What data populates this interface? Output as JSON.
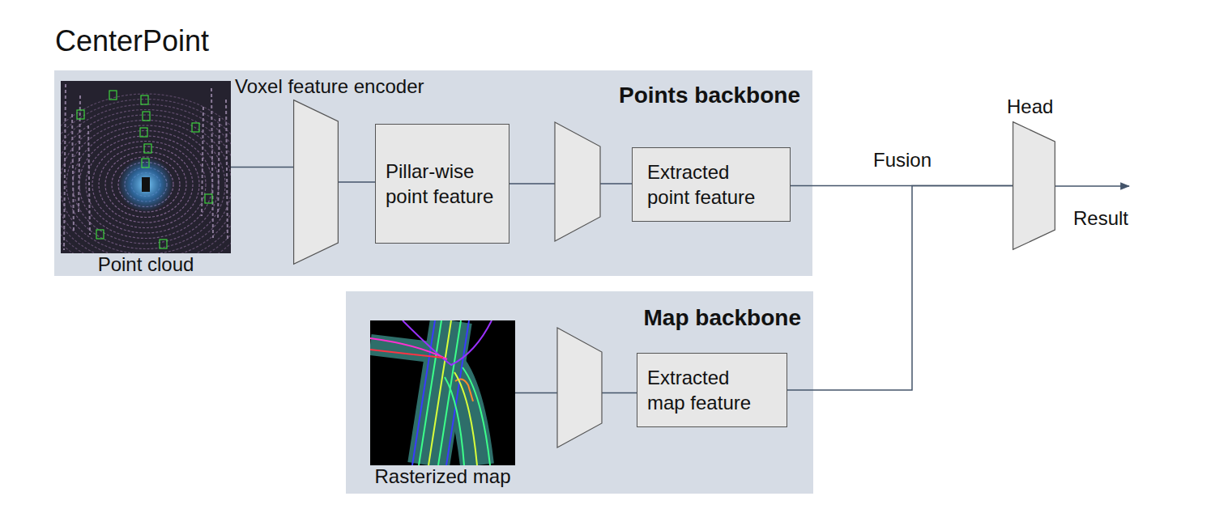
{
  "diagram": {
    "title": "CenterPoint",
    "nodes": [
      {
        "text": [
          "Points backbone"
        ]
      },
      {
        "text": [
          "Point cloud"
        ],
        "in": 0
      },
      {
        "text": [
          "Voxel feature encoder"
        ],
        "in": 0
      },
      {
        "text": [
          "Pillar-wise point feature"
        ],
        "in": 0
      },
      {
        "text": [
          "Extracted point feature"
        ],
        "in": 0
      },
      {
        "text": [
          "Head"
        ]
      },
      {
        "text": [
          "Map backbone"
        ]
      },
      {
        "text": [
          "Rasterized map"
        ],
        "in": 6
      },
      {
        "text": [
          "Extracted map feature"
        ],
        "in": 6
      }
    ],
    "edges": [
      {
        "from": 1,
        "to": 2,
        "arrow": "none"
      },
      {
        "from": 2,
        "to": 3,
        "arrow": "none"
      },
      {
        "from": 3,
        "to": 4,
        "arrow": "none"
      },
      {
        "from": 4,
        "to": 5,
        "arrow": "none"
      },
      {
        "from": 7,
        "to": 8,
        "arrow": "none"
      },
      {
        "from": 8,
        "to": 5,
        "arrow": "none"
      }
    ],
    "labels": [
      "Fusion",
      "Result"
    ]
  }
}
